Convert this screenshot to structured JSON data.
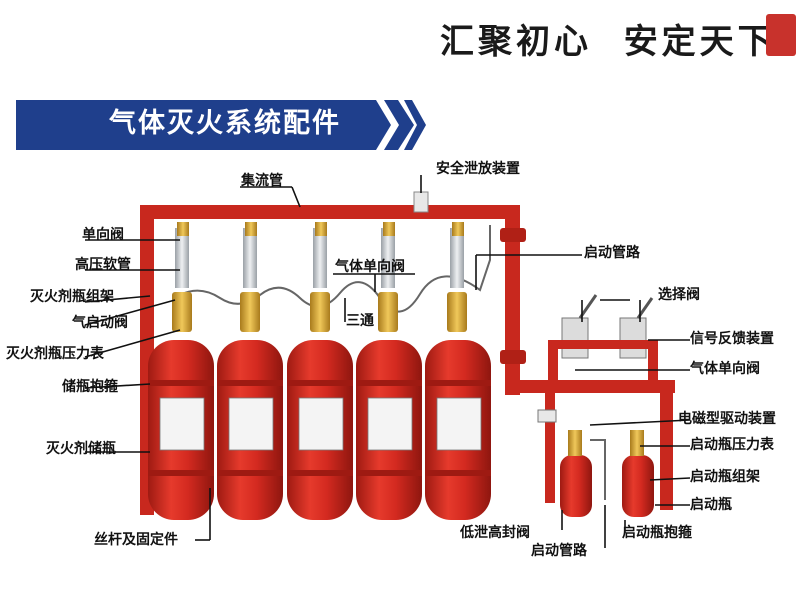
{
  "slogan": {
    "left": "汇聚初心",
    "right": "安定天下"
  },
  "title": "气体灭火系统配件",
  "labels": {
    "manifold": "集流管",
    "safety_relief": "安全泄放装置",
    "check_valve": "单向阀",
    "high_pressure_hose": "高压软管",
    "gas_check_valve_top": "气体单向阀",
    "agent_rack": "灭火剂瓶组架",
    "pneumatic_valve": "气启动阀",
    "tee": "三通",
    "agent_gauge": "灭火剂瓶压力表",
    "cylinder_strap": "储瓶抱箍",
    "agent_cylinder": "灭火剂储瓶",
    "start_pipe_top": "启动管路",
    "selector_valve": "选择阀",
    "feedback_device": "信号反馈装置",
    "gas_check_valve_right": "气体单向阀",
    "solenoid_driver": "电磁型驱动装置",
    "start_gauge": "启动瓶压力表",
    "start_rack": "启动瓶组架",
    "start_cylinder": "启动瓶",
    "screw_rod": "丝杆及固定件",
    "low_leak_valve": "低泄高封阀",
    "start_pipe_bottom": "启动管路",
    "start_strap": "启动瓶抱箍"
  },
  "colors": {
    "banner": "#1f3f8c",
    "cylinder": "#d42a20",
    "pipe": "#c8281e",
    "brass": "#d4a63a"
  }
}
